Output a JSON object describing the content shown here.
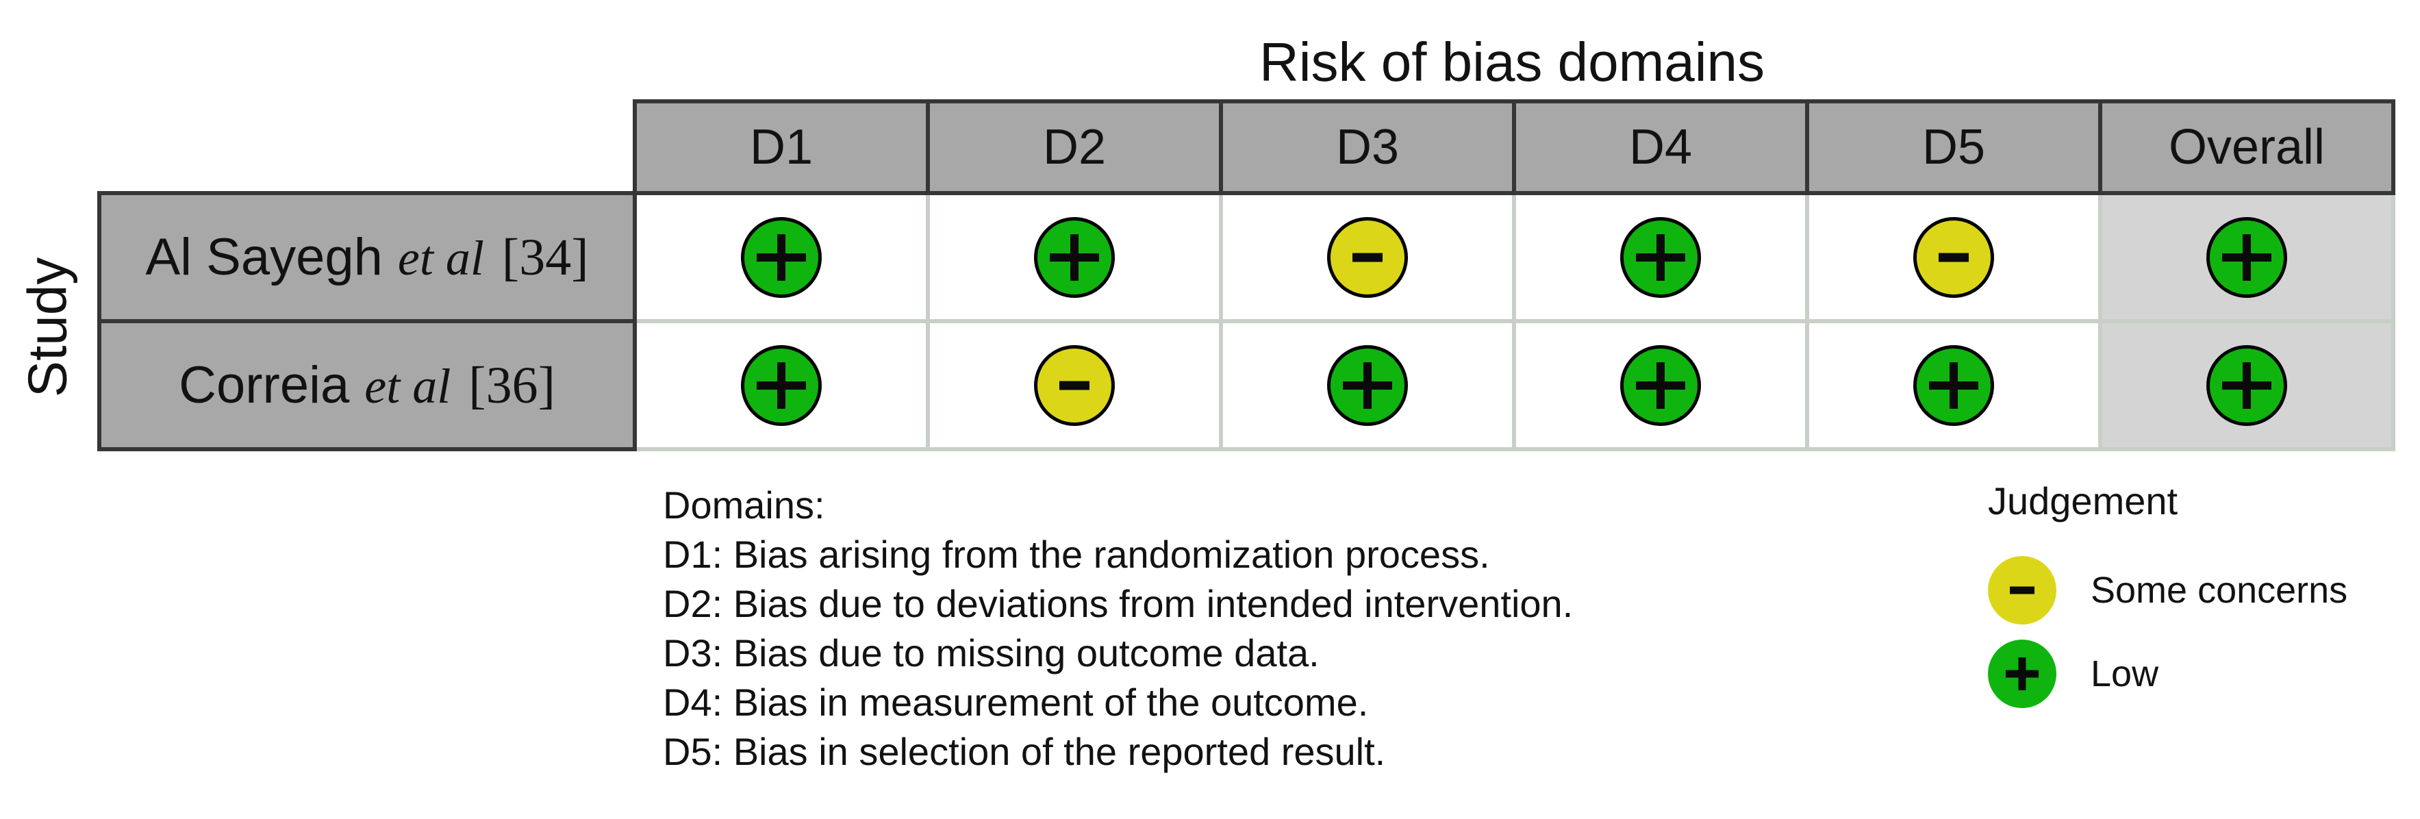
{
  "title": "Risk of bias domains",
  "axis_label": "Study",
  "columns": [
    "D1",
    "D2",
    "D3",
    "D4",
    "D5",
    "Overall"
  ],
  "rows": [
    {
      "study_name": "Al Sayegh",
      "study_etal": "et al",
      "study_ref": "[34]",
      "judgements": [
        "low",
        "low",
        "some",
        "low",
        "some",
        "low"
      ]
    },
    {
      "study_name": "Correia",
      "study_etal": "et al",
      "study_ref": "[36]",
      "judgements": [
        "low",
        "some",
        "low",
        "low",
        "low",
        "low"
      ]
    }
  ],
  "domains_note": {
    "heading": "Domains:",
    "items": [
      "D1: Bias arising from the randomization process.",
      "D2: Bias due to deviations from intended intervention.",
      "D3: Bias due to missing outcome data.",
      "D4: Bias in measurement of the outcome.",
      "D5: Bias in selection of the reported result."
    ]
  },
  "legend": {
    "heading": "Judgement",
    "items": [
      {
        "symbol": "-",
        "level": "some",
        "label": "Some concerns"
      },
      {
        "symbol": "+",
        "level": "low",
        "label": "Low"
      }
    ]
  },
  "colors": {
    "low_green": "#0fb40f",
    "some_concerns_yellow": "#dcd619",
    "header_gray": "#a8a8a8",
    "overall_cell_gray": "#d4d4d4",
    "grid_light": "#c8cec8",
    "grid_dark": "#363636"
  },
  "chart_data": {
    "type": "table",
    "title": "Risk of bias domains",
    "row_axis_label": "Study",
    "columns": [
      "D1",
      "D2",
      "D3",
      "D4",
      "D5",
      "Overall"
    ],
    "rows": [
      "Al Sayegh et al [34]",
      "Correia et al [36]"
    ],
    "values": [
      [
        "Low",
        "Low",
        "Some concerns",
        "Low",
        "Some concerns",
        "Low"
      ],
      [
        "Low",
        "Some concerns",
        "Low",
        "Low",
        "Low",
        "Low"
      ]
    ],
    "legend_mapping": {
      "+": "Low",
      "-": "Some concerns"
    }
  }
}
